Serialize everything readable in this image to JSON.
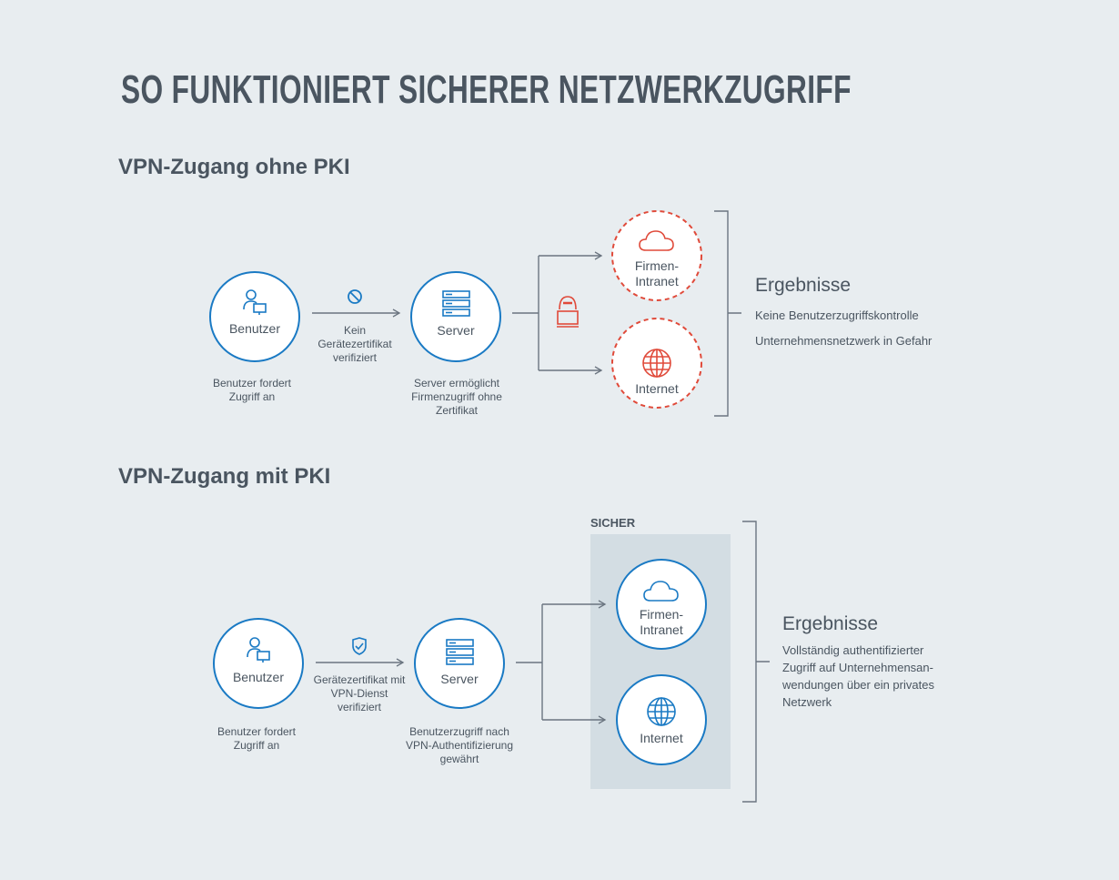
{
  "title": "SO FUNKTIONIERT SICHERER NETZWERKZUGRIFF",
  "colors": {
    "accent": "#1a7ac4",
    "danger": "#e04a3a",
    "text": "#4a5560",
    "background": "#e8edf0",
    "secure_zone": "#d3dde3"
  },
  "without_pki": {
    "heading": "VPN-Zugang ohne PKI",
    "user": {
      "label": "Benutzer",
      "caption": [
        "Benutzer fordert",
        "Zugriff an"
      ],
      "icon": "user-computer-icon"
    },
    "arrow": {
      "icon": "ban-icon",
      "text": [
        "Kein",
        "Gerätezertifikat",
        "verifiziert"
      ]
    },
    "server": {
      "label": "Server",
      "caption": [
        "Server ermöglicht",
        "Firmenzugriff ohne",
        "Zertifikat"
      ],
      "icon": "server-icon"
    },
    "threat_icon": "hacker-icon",
    "targets": [
      {
        "label": [
          "Firmen-",
          "Intranet"
        ],
        "icon": "cloud-icon"
      },
      {
        "label": [
          "Internet"
        ],
        "icon": "globe-icon"
      }
    ],
    "results": {
      "heading": "Ergebnisse",
      "items": [
        "Keine Benutzerzugriffskontrolle",
        "Unternehmensnetzwerk in Gefahr"
      ]
    }
  },
  "with_pki": {
    "heading": "VPN-Zugang mit PKI",
    "secure_label": "SICHER",
    "user": {
      "label": "Benutzer",
      "caption": [
        "Benutzer fordert",
        "Zugriff an"
      ],
      "icon": "user-computer-icon"
    },
    "arrow": {
      "icon": "shield-check-icon",
      "text": [
        "Gerätezertifikat mit",
        "VPN-Dienst",
        "verifiziert"
      ]
    },
    "server": {
      "label": "Server",
      "caption": [
        "Benutzerzugriff nach",
        "VPN-Authentifizierung",
        "gewährt"
      ],
      "icon": "server-icon"
    },
    "targets": [
      {
        "label": [
          "Firmen-",
          "Intranet"
        ],
        "icon": "cloud-icon"
      },
      {
        "label": [
          "Internet"
        ],
        "icon": "globe-icon"
      }
    ],
    "results": {
      "heading": "Ergebnisse",
      "lines": [
        "Vollständig authentifizierter",
        "Zugriff auf Unternehmensan-",
        "wendungen über ein privates",
        "Netzwerk"
      ]
    }
  }
}
